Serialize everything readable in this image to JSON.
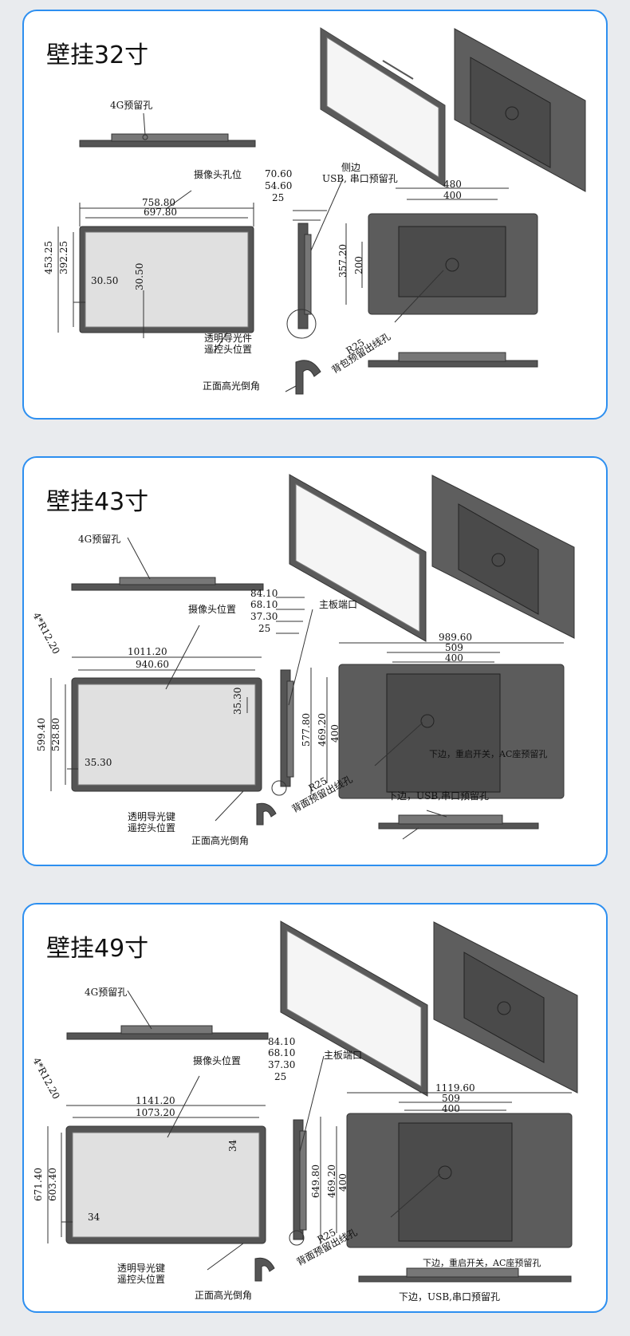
{
  "sections": [
    {
      "title": "壁挂32寸",
      "port_4g": "4G预留孔",
      "camera": "摄像头孔位",
      "outer_w": "758.80",
      "inner_w": "697.80",
      "outer_h": "453.25",
      "inner_h": "392.25",
      "margin_left": "30.50",
      "margin_bottom": "30.50",
      "light_guide": "透明导光件",
      "remote": "遥控头位置",
      "bevel": "正面高光倒角",
      "d1": "70.60",
      "d2": "54.60",
      "d3": "25",
      "side_note_1": "侧边",
      "side_note_2": "USB, 串口预留孔",
      "back_w": "480",
      "back_inner_w": "400",
      "back_h": "357.20",
      "back_inner_h": "200",
      "radius": "R25",
      "cable": "背包预留出线孔"
    },
    {
      "title": "壁挂43寸",
      "port_4g": "4G预留孔",
      "camera": "摄像头位置",
      "corner": "4*R12.20",
      "outer_w": "1011.20",
      "inner_w": "940.60",
      "outer_h": "599.40",
      "inner_h": "528.80",
      "margin_left": "35.30",
      "margin_top": "35.30",
      "light_guide": "透明导光键",
      "remote": "遥控头位置",
      "bevel": "正面高光倒角",
      "d1": "84.10",
      "d2": "68.10",
      "d3": "37.30",
      "d4": "25",
      "mainboard": "主板端口",
      "back_w": "989.60",
      "back_w2": "509",
      "back_inner_w": "400",
      "back_h": "577.80",
      "back_h2": "469.20",
      "back_inner_h": "400",
      "radius": "R25",
      "cable": "背面预留出线孔",
      "bottom_note_1": "下边，重启开关，AC座预留孔",
      "bottom_note_2": "下边，USB,串口预留孔"
    },
    {
      "title": "壁挂49寸",
      "port_4g": "4G预留孔",
      "camera": "摄像头位置",
      "corner": "4*R12.20",
      "outer_w": "1141.20",
      "inner_w": "1073.20",
      "outer_h": "671.40",
      "inner_h": "603.40",
      "margin_left": "34",
      "margin_top": "34",
      "light_guide": "透明导光键",
      "remote": "遥控头位置",
      "bevel": "正面高光倒角",
      "d1": "84.10",
      "d2": "68.10",
      "d3": "37.30",
      "d4": "25",
      "mainboard": "主板端口",
      "back_w": "1119.60",
      "back_w2": "509",
      "back_inner_w": "400",
      "back_h": "649.80",
      "back_h2": "469.20",
      "back_inner_h": "400",
      "radius": "R25",
      "cable": "背面预留出线孔",
      "bottom_note_1": "下边，重启开关，AC座预留孔",
      "bottom_note_2": "下边，USB,串口预留孔"
    }
  ]
}
